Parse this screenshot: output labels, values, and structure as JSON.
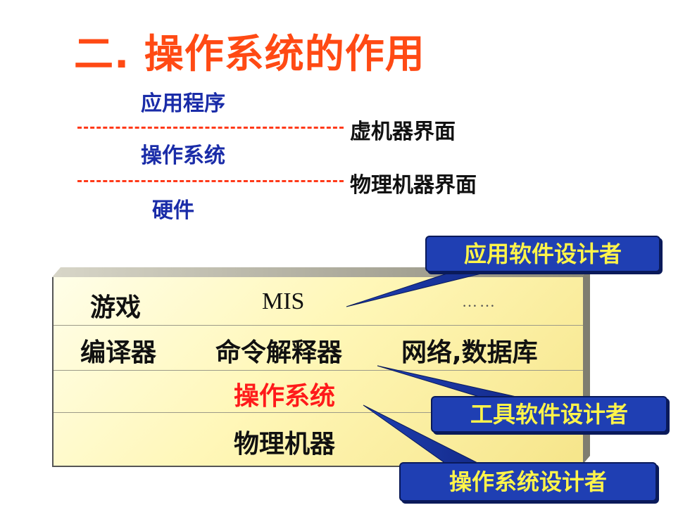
{
  "title": "二. 操作系统的作用",
  "hierarchy": {
    "apps": "应用程序",
    "os": "操作系统",
    "hardware": "硬件",
    "virtual_interface": "虚机器界面",
    "physical_interface": "物理机器界面"
  },
  "stack": {
    "row1": {
      "left": "游戏",
      "mid": "MIS",
      "right": "……"
    },
    "row2": {
      "left": "编译器",
      "mid": "命令解释器",
      "right": "网络,数据库"
    },
    "row3": {
      "mid": "操作系统"
    },
    "row4": {
      "mid": "物理机器"
    }
  },
  "callouts": {
    "app_designer": "应用软件设计者",
    "tool_designer": "工具软件设计者",
    "os_designer": "操作系统设计者"
  },
  "colors": {
    "title": "#ff4a14",
    "blue_text": "#1a2ca8",
    "dash": "#ff3a1a",
    "callout_bg": "#1f3fb3",
    "callout_text": "#fff44a",
    "os_red": "#ff1a1a"
  }
}
